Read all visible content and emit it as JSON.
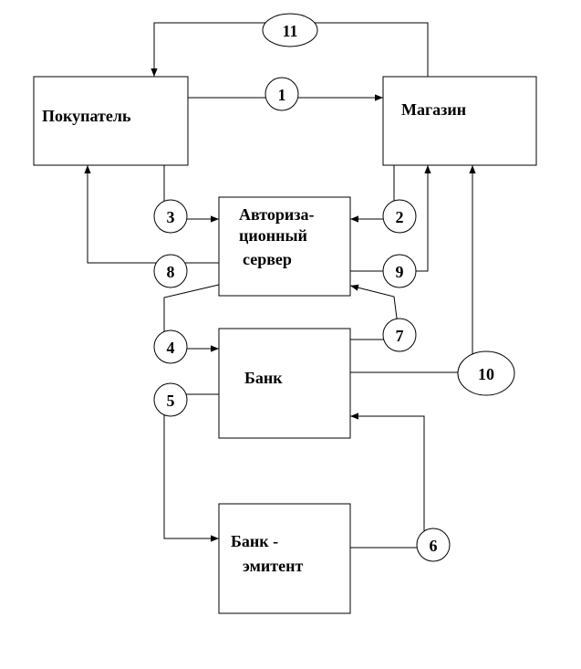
{
  "nodes": {
    "buyer": "Покупатель",
    "shop": "Магазин",
    "auth_line1": "Авториза-",
    "auth_line2": "ционный",
    "auth_line3": "сервер",
    "bank": "Банк",
    "issuer_line1": "Банк -",
    "issuer_line2": "эмитент"
  },
  "steps": [
    "1",
    "2",
    "3",
    "4",
    "5",
    "6",
    "7",
    "8",
    "9",
    "10",
    "11"
  ]
}
